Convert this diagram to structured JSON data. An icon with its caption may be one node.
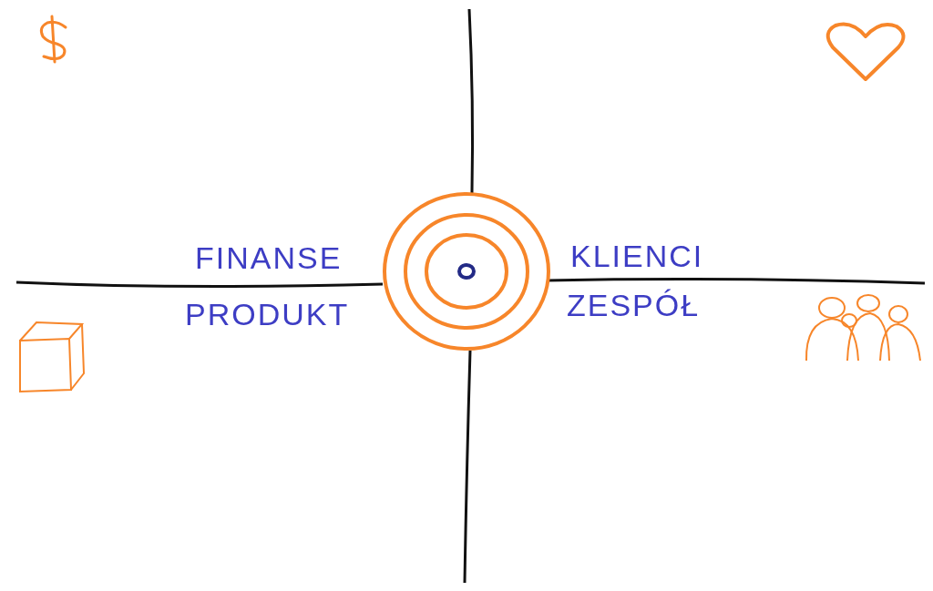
{
  "diagram": {
    "labels": [
      "FINANSE",
      "KLIENCI",
      "PRODUKT",
      "ZESPÓŁ"
    ]
  }
}
